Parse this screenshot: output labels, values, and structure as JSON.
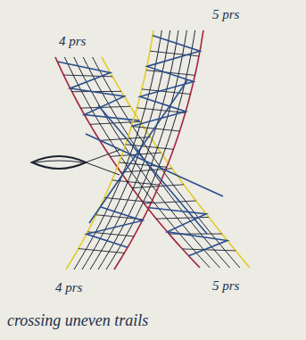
{
  "diagram": {
    "caption": "crossing uneven trails",
    "labels": [
      "4 prs",
      "5 prs",
      "4 prs",
      "5 prs"
    ]
  }
}
